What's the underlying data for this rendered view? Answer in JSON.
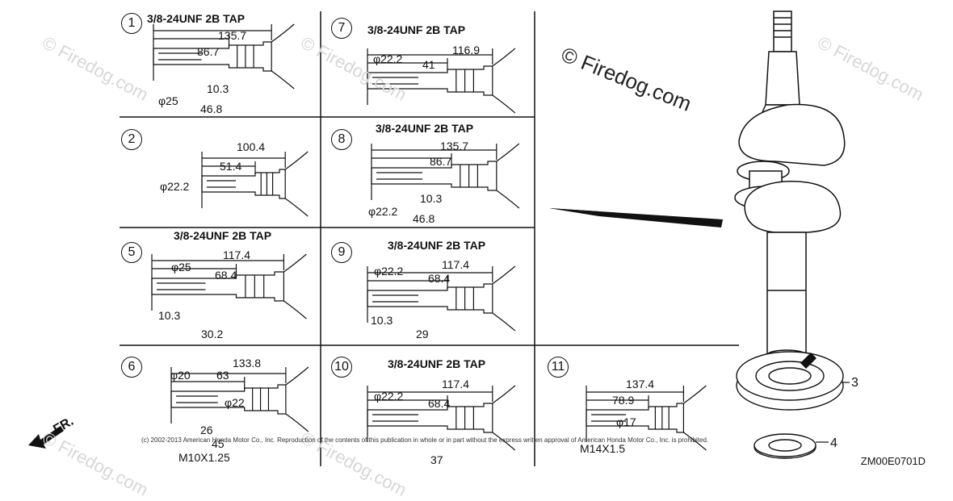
{
  "watermark": "© Firedog.com",
  "logo": "© Firedog.com",
  "copyright": "(c) 2002-2013 American Honda Motor Co., Inc. Reproduction of the contents of this publication in whole or in part without the express written approval of American Honda Motor Co., Inc. is prohibited.",
  "diagram_code": "ZM00E0701D",
  "front_label": "FR.",
  "callouts": {
    "gear": "3",
    "washer": "4"
  },
  "panels": [
    {
      "num": "1",
      "tap": "3/8-24UNF 2B TAP",
      "dims": [
        "135.7",
        "86.7",
        "10.3",
        "φ25",
        "46.8"
      ]
    },
    {
      "num": "7",
      "tap": "3/8-24UNF 2B TAP",
      "dims": [
        "116.9",
        "φ22.2",
        "41"
      ]
    },
    {
      "num": "2",
      "tap": "",
      "dims": [
        "100.4",
        "51.4",
        "φ22.2"
      ]
    },
    {
      "num": "8",
      "tap": "3/8-24UNF 2B TAP",
      "dims": [
        "135.7",
        "86.7",
        "10.3",
        "φ22.2",
        "46.8"
      ]
    },
    {
      "num": "5",
      "tap": "3/8-24UNF 2B TAP",
      "dims": [
        "117.4",
        "φ25",
        "68.4",
        "10.3",
        "30.2"
      ]
    },
    {
      "num": "9",
      "tap": "3/8-24UNF 2B TAP",
      "dims": [
        "117.4",
        "φ22.2",
        "68.4",
        "10.3",
        "29"
      ]
    },
    {
      "num": "6",
      "tap": "",
      "dims": [
        "133.8",
        "φ20",
        "63",
        "φ22",
        "26",
        "45",
        "M10X1.25"
      ]
    },
    {
      "num": "10",
      "tap": "3/8-24UNF 2B TAP",
      "dims": [
        "117.4",
        "φ22.2",
        "68.4",
        "37"
      ]
    },
    {
      "num": "11",
      "tap": "",
      "dims": [
        "137.4",
        "78.9",
        "φ17",
        "M14X1.5"
      ]
    }
  ]
}
